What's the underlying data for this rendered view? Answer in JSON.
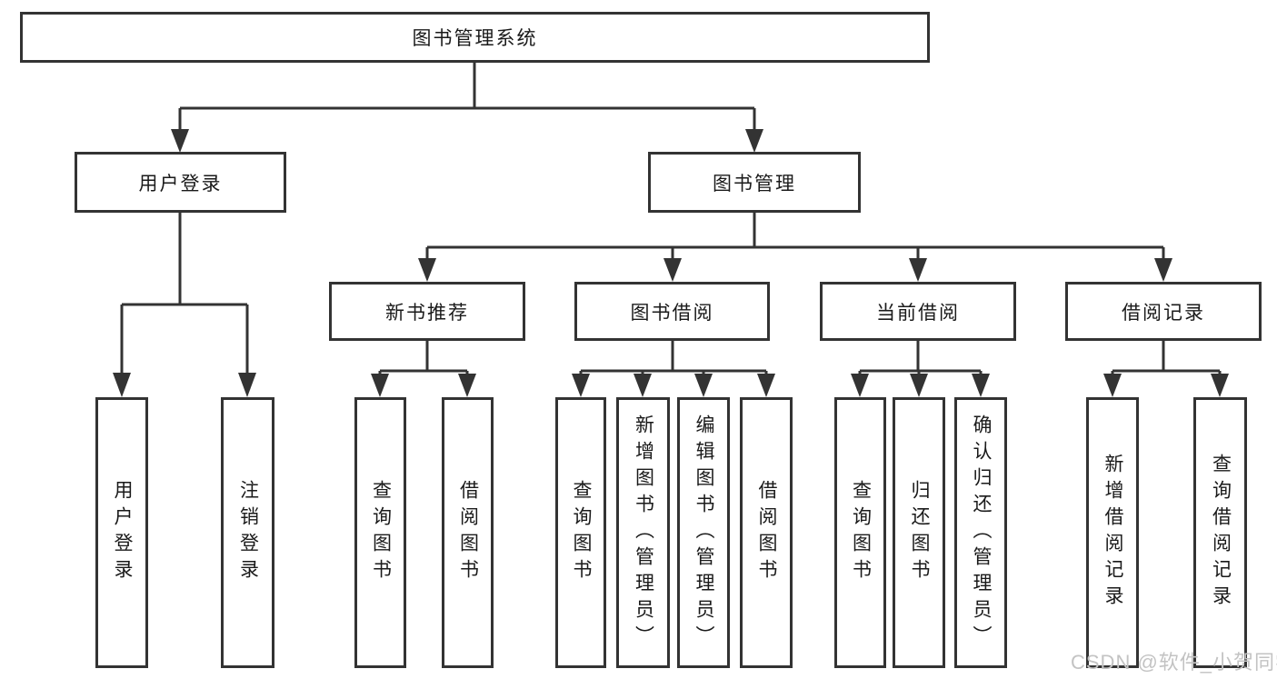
{
  "tree": {
    "label": "图书管理系统",
    "children": [
      {
        "label": "用户登录",
        "children": [
          {
            "label": "用户登录"
          },
          {
            "label": "注销登录"
          }
        ]
      },
      {
        "label": "图书管理",
        "children": [
          {
            "label": "新书推荐",
            "children": [
              {
                "label": "查询图书"
              },
              {
                "label": "借阅图书"
              }
            ]
          },
          {
            "label": "图书借阅",
            "children": [
              {
                "label": "查询图书"
              },
              {
                "label": "新增图书（管理员）"
              },
              {
                "label": "编辑图书（管理员）"
              },
              {
                "label": "借阅图书"
              }
            ]
          },
          {
            "label": "当前借阅",
            "children": [
              {
                "label": "查询图书"
              },
              {
                "label": "归还图书"
              },
              {
                "label": "确认归还（管理员）"
              }
            ]
          },
          {
            "label": "借阅记录",
            "children": [
              {
                "label": "新增借阅记录"
              },
              {
                "label": "查询借阅记录"
              }
            ]
          }
        ]
      }
    ]
  },
  "watermark": {
    "text": "CSDN @软件_小贺同学"
  },
  "colors": {
    "line": "#333333",
    "border": "#333333",
    "fill": "#ffffff",
    "text": "#1a1a1a",
    "watermark": "#c3c3c3"
  }
}
